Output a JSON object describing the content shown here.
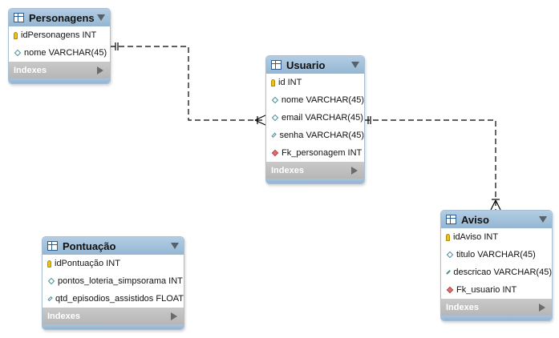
{
  "tables": {
    "personagens": {
      "title": "Personagens",
      "columns": [
        {
          "label": "idPersonagens INT",
          "kind": "pk"
        },
        {
          "label": "nome VARCHAR(45)",
          "kind": "col"
        }
      ],
      "indexes": "Indexes"
    },
    "usuario": {
      "title": "Usuario",
      "columns": [
        {
          "label": "id INT",
          "kind": "pk"
        },
        {
          "label": "nome VARCHAR(45)",
          "kind": "col"
        },
        {
          "label": "email VARCHAR(45)",
          "kind": "col"
        },
        {
          "label": "senha VARCHAR(45)",
          "kind": "col"
        },
        {
          "label": "Fk_personagem INT",
          "kind": "fk"
        }
      ],
      "indexes": "Indexes"
    },
    "pontuacao": {
      "title": "Pontuação",
      "columns": [
        {
          "label": "idPontuação INT",
          "kind": "pk"
        },
        {
          "label": "pontos_loteria_simpsorama INT",
          "kind": "col"
        },
        {
          "label": "qtd_episodios_assistidos FLOAT",
          "kind": "col"
        }
      ],
      "indexes": "Indexes"
    },
    "aviso": {
      "title": "Aviso",
      "columns": [
        {
          "label": "idAviso INT",
          "kind": "pk"
        },
        {
          "label": "titulo VARCHAR(45)",
          "kind": "col"
        },
        {
          "label": "descricao VARCHAR(45)",
          "kind": "col"
        },
        {
          "label": "Fk_usuario INT",
          "kind": "fk"
        }
      ],
      "indexes": "Indexes"
    }
  },
  "colors": {
    "header": "#94b6d3",
    "connector": "#000000",
    "indexes_bar": "#bdbdbd"
  }
}
